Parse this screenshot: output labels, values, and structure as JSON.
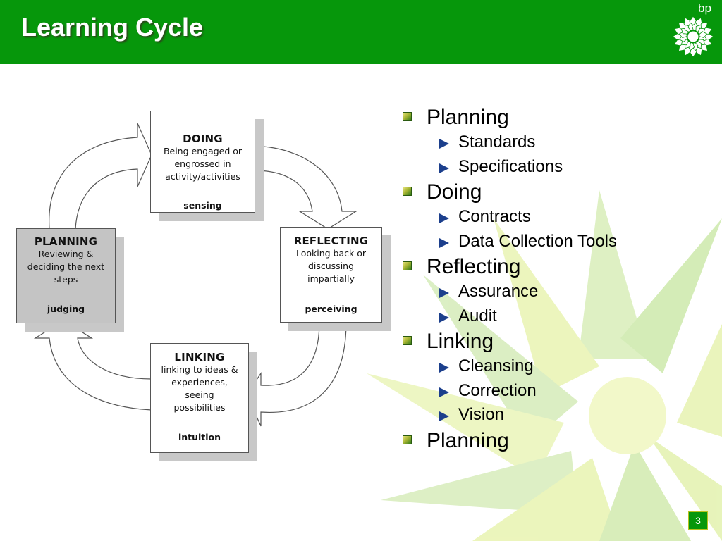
{
  "slide": {
    "title": "Learning Cycle",
    "brand": "bp",
    "page_number": "3"
  },
  "colors": {
    "header_green": "#06970b",
    "bullet_blue": "#1c3f8c",
    "petal_greens": [
      "#c9e6a3",
      "#e7f3a0",
      "#b4dc90"
    ]
  },
  "diagram": {
    "doing": {
      "title": "DOING",
      "lines": [
        "Being engaged or",
        "engrossed in",
        "activity/activities"
      ],
      "keyword": "sensing"
    },
    "reflecting": {
      "title": "REFLECTING",
      "lines": [
        "Looking back or",
        "discussing",
        "impartially"
      ],
      "keyword": "perceiving"
    },
    "linking": {
      "title": "LINKING",
      "lines": [
        "linking to ideas &",
        "experiences,",
        "seeing",
        "possibilities"
      ],
      "keyword": "intuition"
    },
    "planning": {
      "title": "PLANNING",
      "lines": [
        "Reviewing &",
        "deciding the next",
        "steps"
      ],
      "keyword": "judging"
    }
  },
  "bullets": [
    {
      "text": "Planning",
      "children": [
        "Standards",
        "Specifications"
      ]
    },
    {
      "text": "Doing",
      "children": [
        "Contracts",
        "Data Collection Tools"
      ]
    },
    {
      "text": "Reflecting",
      "children": [
        "Assurance",
        "Audit"
      ]
    },
    {
      "text": "Linking",
      "children": [
        "Cleansing",
        "Correction",
        "Vision"
      ]
    },
    {
      "text": "Planning",
      "children": []
    }
  ],
  "icons": {
    "logo": "bp-helios-flower-icon",
    "level1_bullet": "green-square-bullet-icon",
    "level2_bullet": "blue-triangle-bullet-icon"
  }
}
